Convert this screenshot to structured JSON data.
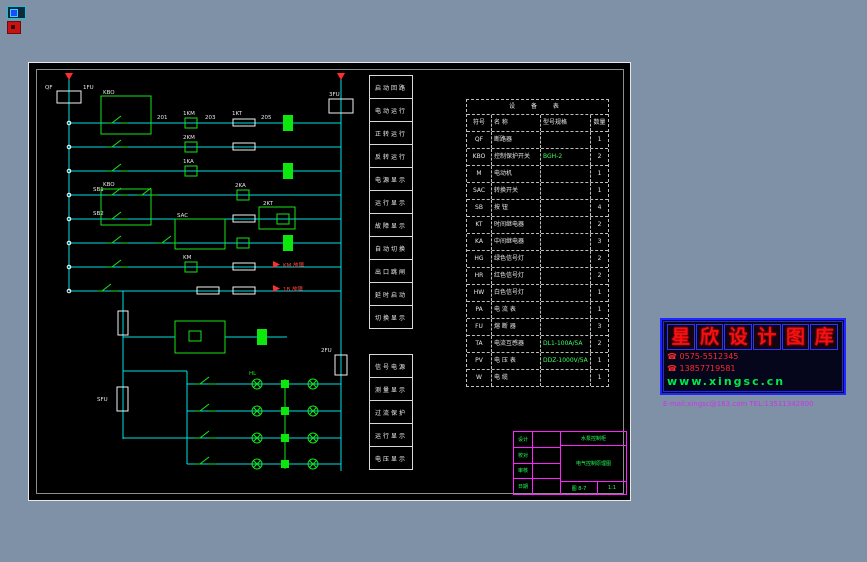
{
  "app": {
    "background": "#7e91a6"
  },
  "colors": {
    "wire_cyan": "#00e0e0",
    "component_green": "#17e617",
    "lamp_green": "#0ce80c",
    "fault_red": "#ff2d2d",
    "title_block_magenta": "#ff22ff",
    "watermark_blue": "#2026ff",
    "watermark_red": "#f31212"
  },
  "schematic": {
    "labels": [
      "QF",
      "1FU",
      "KBO",
      "1KM",
      "1KT",
      "2KM",
      "1KA",
      "2KA",
      "SB1",
      "SB2",
      "SAC",
      "2KT",
      "KM",
      "KBO",
      "2FU",
      "SFU",
      "HL",
      "3FU"
    ],
    "wire_numbers": [
      "201",
      "203",
      "205"
    ],
    "fault_labels": [
      "KM 故障",
      "1B 故障"
    ]
  },
  "function_column": {
    "group_a": [
      "启动回路",
      "电动运行",
      "正转运行",
      "反转运行",
      "电源显示",
      "运行显示",
      "故障显示",
      "自动切换",
      "出口跳闸",
      "延时启动",
      "切换显示"
    ],
    "group_b": [
      "信号电源",
      "测量显示",
      "过流保护",
      "运行显示",
      "电压显示"
    ]
  },
  "equipment_table": {
    "title": "设 备 表",
    "headers": [
      "符号",
      "名 称",
      "型号规格",
      "数量"
    ],
    "rows": [
      [
        "QF",
        "断路器",
        "",
        "1"
      ],
      [
        "KBO",
        "控制保护开关",
        "BGH-2",
        "2"
      ],
      [
        "M",
        "电动机",
        "",
        "1"
      ],
      [
        "SAC",
        "转换开关",
        "",
        "1"
      ],
      [
        "SB",
        "按 钮",
        "",
        "4"
      ],
      [
        "KT",
        "时间继电器",
        "",
        "2"
      ],
      [
        "KA",
        "中间继电器",
        "",
        "3"
      ],
      [
        "HG",
        "绿色信号灯",
        "",
        "2"
      ],
      [
        "HR",
        "红色信号灯",
        "",
        "2"
      ],
      [
        "HW",
        "白色信号灯",
        "",
        "1"
      ],
      [
        "PA",
        "电 流 表",
        "",
        "1"
      ],
      [
        "FU",
        "熔 断 器",
        "",
        "3"
      ],
      [
        "TA",
        "电流互感器",
        "DL1-100A/5A",
        "2"
      ],
      [
        "PV",
        "电 压 表",
        "DDZ-1000V/5A",
        "1"
      ],
      [
        "W",
        "电 缆",
        "",
        "1"
      ]
    ]
  },
  "title_block": {
    "left_rows": [
      [
        "设计",
        ""
      ],
      [
        "校对",
        ""
      ],
      [
        "审核",
        ""
      ],
      [
        "日期",
        ""
      ]
    ],
    "company": "水泵控制柜",
    "title": "电气控制原理图",
    "drawing_no": "图 8-7",
    "scale": "1:1"
  },
  "watermark": {
    "title_chars": [
      "星",
      "欣",
      "设",
      "计",
      "图",
      "库"
    ],
    "phone1": "☎ 0575-5512345",
    "phone2": "☎ 13857719581",
    "site": "www.xingsc.cn",
    "email": "E-mail:xingsc@163.com  TEL:13511342800"
  }
}
